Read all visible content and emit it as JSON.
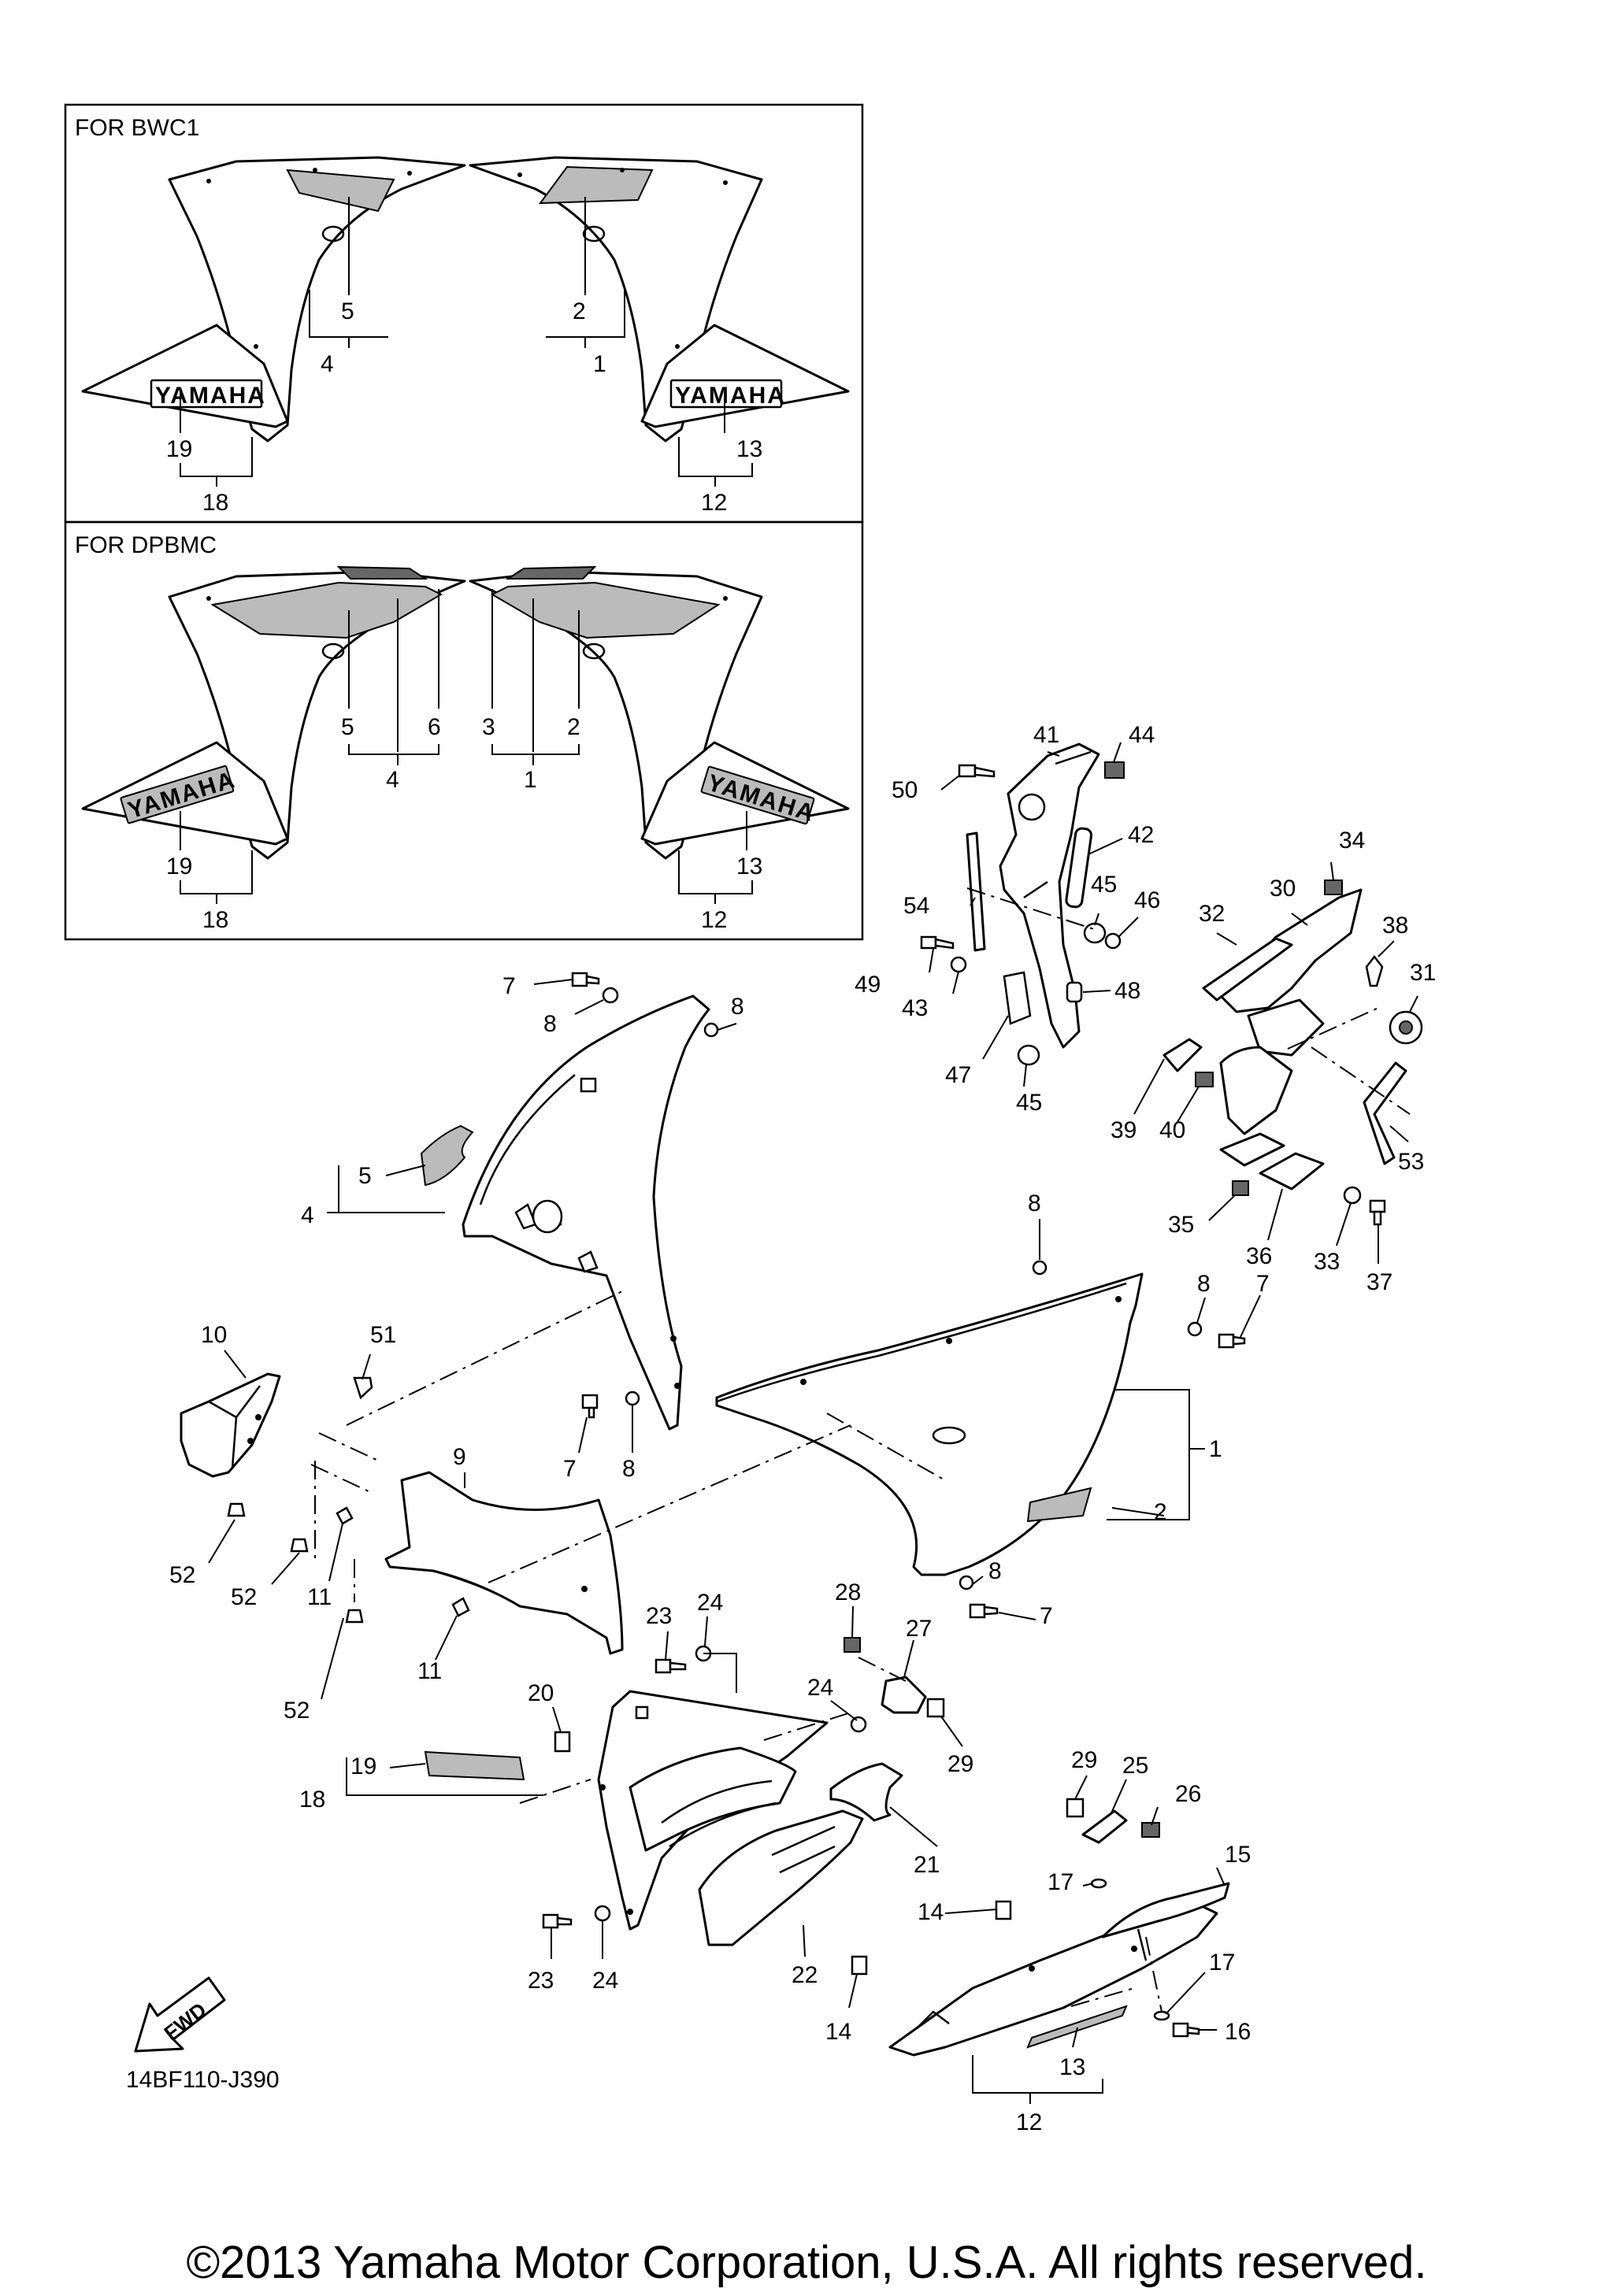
{
  "panels": [
    {
      "title": "FOR BWC1"
    },
    {
      "title": "FOR DPBMC"
    }
  ],
  "logo_text": "YAMAHA",
  "fwd_label": "FWD",
  "figure_code": "14BF110-J390",
  "copyright": "©2013 Yamaha Motor Corporation, U.S.A. All rights reserved.",
  "callouts": {
    "p1_5": "5",
    "p1_4": "4",
    "p1_2": "2",
    "p1_1": "1",
    "p1_19": "19",
    "p1_18": "18",
    "p1_13": "13",
    "p1_12": "12",
    "p2_5": "5",
    "p2_4": "4",
    "p2_6": "6",
    "p2_3": "3",
    "p2_2": "2",
    "p2_1": "1",
    "p2_19": "19",
    "p2_18": "18",
    "p2_13": "13",
    "p2_12": "12",
    "m_41": "41",
    "m_44": "44",
    "m_50": "50",
    "m_42": "42",
    "m_54": "54",
    "m_45a": "45",
    "m_46": "46",
    "m_49": "49",
    "m_43": "43",
    "m_48": "48",
    "m_47": "47",
    "m_45b": "45",
    "m_34": "34",
    "m_30": "30",
    "m_32": "32",
    "m_38": "38",
    "m_31": "31",
    "m_39": "39",
    "m_40": "40",
    "m_53": "53",
    "m_35": "35",
    "m_36": "36",
    "m_33": "33",
    "m_37": "37",
    "m_7a": "7",
    "m_8a": "8",
    "m_8b": "8",
    "m_5": "5",
    "m_4": "4",
    "m_8c": "8",
    "m_8d": "8",
    "m_7b": "7",
    "m_10": "10",
    "m_51": "51",
    "m_7c": "7",
    "m_8e": "8",
    "m_9": "9",
    "m_1": "1",
    "m_2": "2",
    "m_52a": "52",
    "m_52b": "52",
    "m_11a": "11",
    "m_11b": "11",
    "m_52c": "52",
    "m_8f": "8",
    "m_7d": "7",
    "m_23a": "23",
    "m_24a": "24",
    "m_28": "28",
    "m_27": "27",
    "m_24b": "24",
    "m_29a": "29",
    "m_20": "20",
    "m_19": "19",
    "m_18": "18",
    "m_21": "21",
    "m_29b": "29",
    "m_25": "25",
    "m_26": "26",
    "m_17a": "17",
    "m_15": "15",
    "m_14a": "14",
    "m_22": "22",
    "m_17b": "17",
    "m_16": "16",
    "m_14b": "14",
    "m_23b": "23",
    "m_24c": "24",
    "m_13": "13",
    "m_12": "12"
  }
}
